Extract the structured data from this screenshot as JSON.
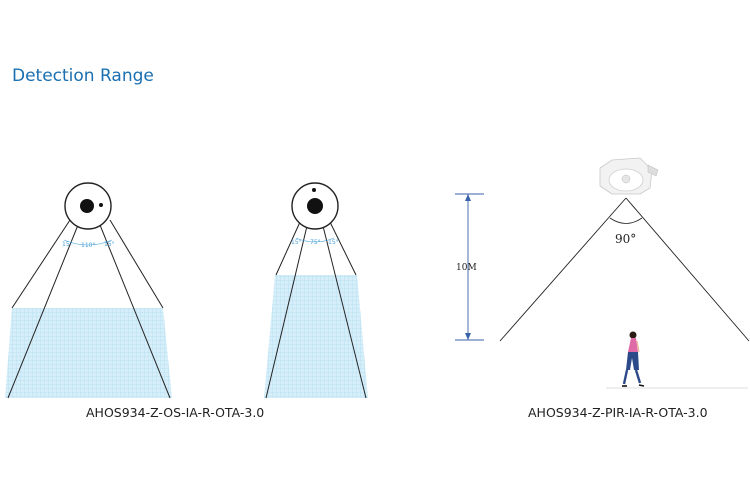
{
  "title": "Detection Range",
  "colors": {
    "title": "#1a6fb0",
    "zone_fill": "#cfe9f6",
    "grid": "#9fd3ee",
    "angle_text": "#4aa3d8"
  },
  "sensor_os": {
    "caption": "AHOS934-Z-OS-IA-R-OTA-3.0",
    "angles": {
      "left": "15°",
      "center": "110°",
      "right": "15°"
    }
  },
  "sensor_pir_top": {
    "angles": {
      "left": "15°",
      "center": "75°",
      "right": "15°"
    }
  },
  "sensor_pir": {
    "caption": "AHOS934-Z-PIR-IA-R-OTA-3.0",
    "height_label": "10M",
    "angle_label": "90°"
  }
}
